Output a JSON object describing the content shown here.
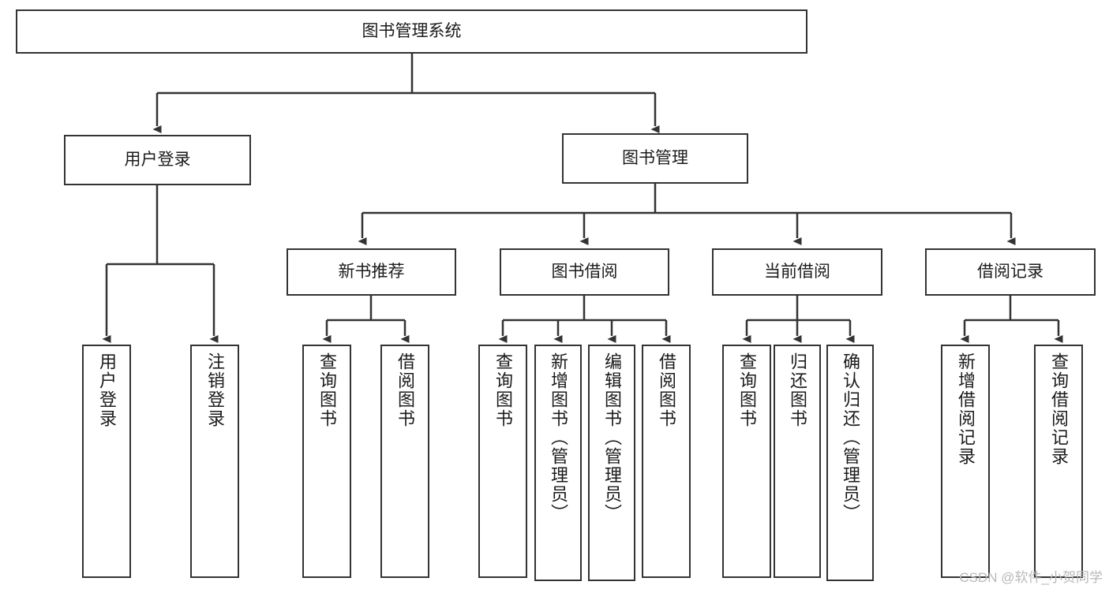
{
  "diagram": {
    "title": "图书管理系统",
    "type": "hierarchy-tree",
    "root": {
      "label": "图书管理系统"
    },
    "level2": [
      {
        "label": "用户登录"
      },
      {
        "label": "图书管理"
      }
    ],
    "level3": [
      {
        "label": "新书推荐"
      },
      {
        "label": "图书借阅"
      },
      {
        "label": "当前借阅"
      },
      {
        "label": "借阅记录"
      }
    ],
    "leaves": {
      "user_login": [
        {
          "label": "用户登录"
        },
        {
          "label": "注销登录"
        }
      ],
      "new_book_recommend": [
        {
          "label": "查询图书"
        },
        {
          "label": "借阅图书"
        }
      ],
      "book_borrow": [
        {
          "label": "查询图书"
        },
        {
          "label": "新增图书（管理员）"
        },
        {
          "label": "编辑图书（管理员）"
        },
        {
          "label": "借阅图书"
        }
      ],
      "current_borrow": [
        {
          "label": "查询图书"
        },
        {
          "label": "归还图书"
        },
        {
          "label": "确认归还（管理员）"
        }
      ],
      "borrow_record": [
        {
          "label": "新增借阅记录"
        },
        {
          "label": "查询借阅记录"
        }
      ]
    }
  },
  "watermark": {
    "text": "CSDN @软件_小贺同学"
  },
  "colors": {
    "stroke": "#333333",
    "box_fill": "#ffffff",
    "text": "#1b1b1b",
    "watermark": "#b9b9b9"
  }
}
